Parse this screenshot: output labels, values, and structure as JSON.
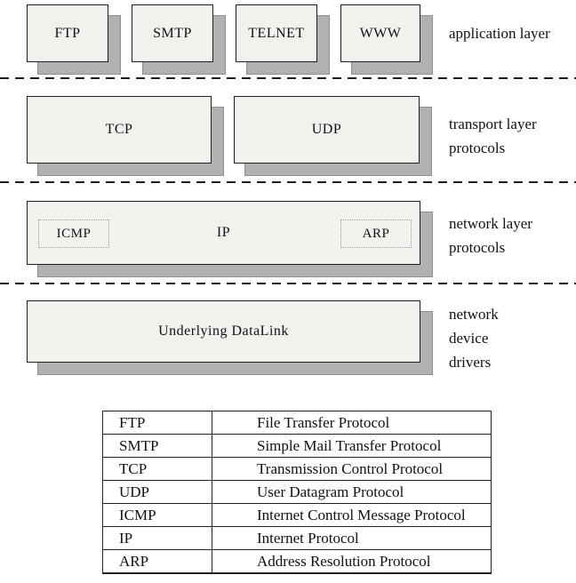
{
  "colors": {
    "box_fill": "#f2f1ee",
    "box_border": "#1e1e1e",
    "shadow": "#b1b1b1",
    "dotted_border": "#9b9b9b",
    "separator": "#1c1c1c",
    "text": "#111111"
  },
  "stack": {
    "layers": [
      {
        "side_label_lines": [
          "application layer"
        ],
        "boxes": [
          {
            "label": "FTP"
          },
          {
            "label": "SMTP"
          },
          {
            "label": "TELNET"
          },
          {
            "label": "WWW"
          }
        ]
      },
      {
        "side_label_lines": [
          "transport layer",
          "protocols"
        ],
        "boxes": [
          {
            "label": "TCP"
          },
          {
            "label": "UDP"
          }
        ]
      },
      {
        "side_label_lines": [
          "network layer",
          "protocols"
        ],
        "boxes": [
          {
            "label": "IP"
          }
        ],
        "inner_boxes": [
          {
            "label": "ICMP"
          },
          {
            "label": "ARP"
          }
        ]
      },
      {
        "side_label_lines": [
          "network",
          "device",
          "drivers"
        ],
        "boxes": [
          {
            "label": "Underlying DataLink"
          }
        ]
      }
    ]
  },
  "legend": {
    "rows": [
      {
        "abbr": "FTP",
        "meaning": "File Transfer Protocol"
      },
      {
        "abbr": "SMTP",
        "meaning": "Simple Mail Transfer Protocol"
      },
      {
        "abbr": "TCP",
        "meaning": "Transmission Control Protocol"
      },
      {
        "abbr": "UDP",
        "meaning": "User Datagram Protocol"
      },
      {
        "abbr": "ICMP",
        "meaning": "Internet Control Message Protocol"
      },
      {
        "abbr": "IP",
        "meaning": "Internet Protocol"
      },
      {
        "abbr": "ARP",
        "meaning": "Address Resolution Protocol"
      }
    ]
  }
}
